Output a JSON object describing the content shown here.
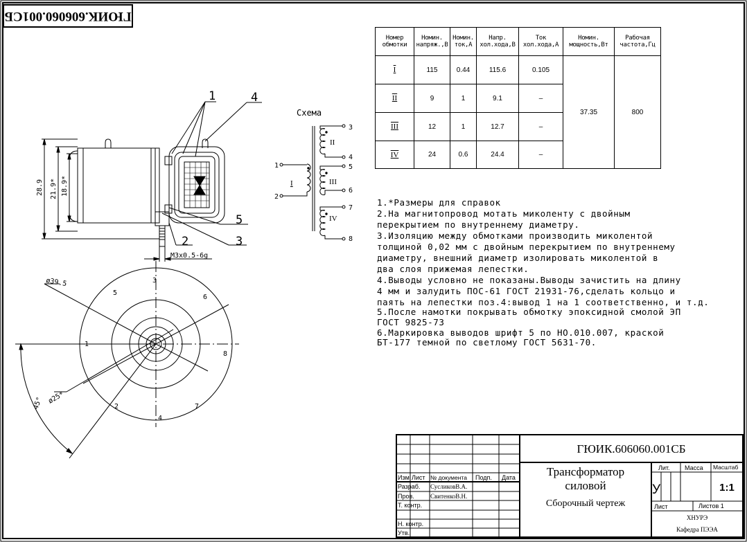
{
  "designation_stamp": "ГЮИК.606060.001СБ",
  "scheme_label": "Схема",
  "primary_winding": {
    "roman": "I",
    "pins": [
      "1",
      "2"
    ]
  },
  "secondary_windings": [
    {
      "roman": "II",
      "pins": [
        "3",
        "4"
      ]
    },
    {
      "roman": "III",
      "pins": [
        "5",
        "6"
      ]
    },
    {
      "roman": "IV",
      "pins": [
        "7",
        "8"
      ]
    }
  ],
  "winding_table": {
    "headers": [
      [
        "Номер",
        "обмотки"
      ],
      [
        "Номин.",
        "напряж.,В"
      ],
      [
        "Номин.",
        "ток,А"
      ],
      [
        "Напр.",
        "хол.хода,В"
      ],
      [
        "Ток",
        "хол.хода,А"
      ],
      [
        "Номин.",
        "мощность,Вт"
      ],
      [
        "Рабочая",
        "частота,Гц"
      ]
    ],
    "rows": [
      {
        "winding": "I",
        "voltage": "115",
        "current": "0.44",
        "noload_voltage": "115.6",
        "noload_current": "0.105"
      },
      {
        "winding": "II",
        "voltage": "9",
        "current": "1",
        "noload_voltage": "9.1",
        "noload_current": "–"
      },
      {
        "winding": "III",
        "voltage": "12",
        "current": "1",
        "noload_voltage": "12.7",
        "noload_current": "–"
      },
      {
        "winding": "IV",
        "voltage": "24",
        "current": "0.6",
        "noload_voltage": "24.4",
        "noload_current": "–"
      }
    ],
    "rated_power": "37.35",
    "frequency": "800"
  },
  "notes": [
    "1.*Размеры для справок",
    "2.На магнитопровод мотать миколенту с двойным",
    "перекрытием по внутреннему диаметру.",
    "3.Изоляцию между обмотками производить миколентой",
    "толщиной 0,02 мм с двойным перекрытием по внутреннему",
    "диаметру, внешний диаметр изолировать миколентой в",
    "два слоя прижемая лепестки.",
    "4.Выводы условно не показаны.Выводы зачистить на длину",
    "4 мм и залудить ПОС-61 ГОСТ 21931-76,сделать кольцо и",
    "паять на лепестки поз.4:вывод 1 на 1 соответственно, и т.д.",
    "5.После намотки покрывать обмотку эпоксидной  смолой ЭП",
    "ГОСТ 9825-73",
    "6.Маркировка выводов шрифт 5 по НО.010.007, краской",
    "БТ-177 темной по светлому ГОСТ 5631-70."
  ],
  "side_view": {
    "dimensions": [
      "28.9",
      "21.9*",
      "18.9*"
    ],
    "thread": "M3x0.5-6g",
    "callouts": [
      "1",
      "2",
      "3",
      "4",
      "5"
    ]
  },
  "top_view": {
    "diameters": [
      "ø39.5",
      "ø25*"
    ],
    "angle": "45°",
    "pin_labels": [
      "1",
      "2",
      "3",
      "4",
      "5",
      "6",
      "7",
      "8"
    ]
  },
  "title_block": {
    "designation": "ГЮИК.606060.001СБ",
    "title_line1": "Трансформатор",
    "title_line2": "силовой",
    "doc_type": "Сборочный чертеж",
    "col_headers": {
      "change": "Изм",
      "sheet": "Лист",
      "doc_no": "№ документа",
      "signature": "Подп.",
      "date": "Дата"
    },
    "roles": [
      {
        "role": "Разраб.",
        "name": "СусликовВ.А."
      },
      {
        "role": "Пров.",
        "name": "СвитенкоВ.Н."
      },
      {
        "role": "Т. контр.",
        "name": ""
      },
      {
        "role": "",
        "name": ""
      },
      {
        "role": "Н. контр.",
        "name": ""
      },
      {
        "role": "Утв.",
        "name": ""
      }
    ],
    "lit_label": "Лит.",
    "lit_value": "У",
    "mass_label": "Масса",
    "scale_label": "Масштаб",
    "scale": "1:1",
    "sheet_label": "Лист",
    "sheets_label": "Листов 1",
    "org_line1": "ХНУРЭ",
    "org_line2": "Кафедра ПЭЭА"
  }
}
